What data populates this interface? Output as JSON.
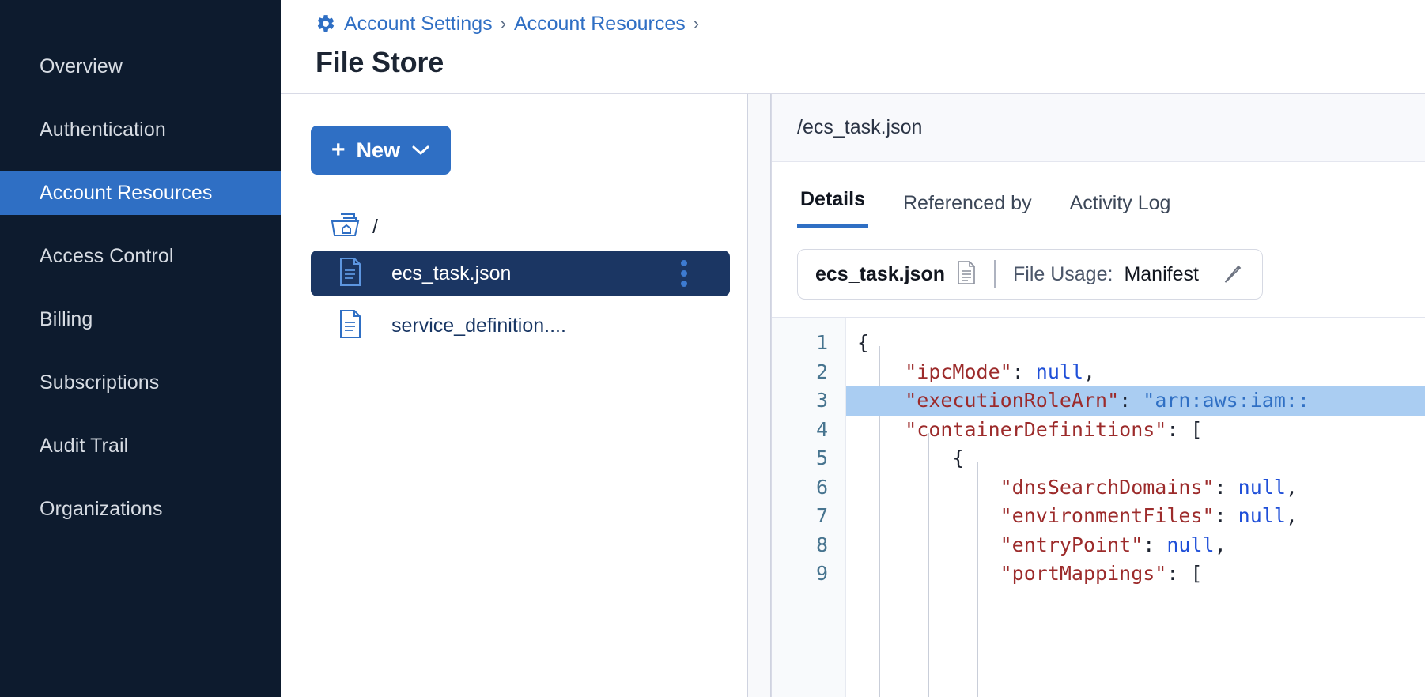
{
  "sidebar": {
    "items": [
      {
        "label": "Overview",
        "active": false
      },
      {
        "label": "Authentication",
        "active": false
      },
      {
        "label": "Account Resources",
        "active": true
      },
      {
        "label": "Access Control",
        "active": false
      },
      {
        "label": "Billing",
        "active": false
      },
      {
        "label": "Subscriptions",
        "active": false
      },
      {
        "label": "Audit Trail",
        "active": false
      },
      {
        "label": "Organizations",
        "active": false
      }
    ]
  },
  "header": {
    "breadcrumb": [
      {
        "label": "Account Settings"
      },
      {
        "label": "Account Resources"
      }
    ],
    "separator": "›",
    "title": "File Store",
    "gear_icon": "gear-icon"
  },
  "tree": {
    "new_button": {
      "label": "New",
      "plus": "+",
      "chevron": "chevron-down-icon"
    },
    "root": {
      "label": "/",
      "icon": "folder-home-icon"
    },
    "files": [
      {
        "name": "ecs_task.json",
        "selected": true,
        "icon": "file-icon",
        "menu": "kebab-menu-icon"
      },
      {
        "name": "service_definition....",
        "selected": false,
        "icon": "file-icon"
      }
    ]
  },
  "detail": {
    "path": "/ecs_task.json",
    "tabs": [
      {
        "label": "Details",
        "active": true
      },
      {
        "label": "Referenced by",
        "active": false
      },
      {
        "label": "Activity Log",
        "active": false
      }
    ],
    "info": {
      "file_name": "ecs_task.json",
      "file_icon": "document-icon",
      "usage_label": "File Usage:",
      "usage_value": "Manifest",
      "edit_icon": "pencil-icon"
    }
  },
  "editor": {
    "line_numbers": [
      "1",
      "2",
      "3",
      "4",
      "5",
      "6",
      "7",
      "8",
      "9"
    ],
    "lines": [
      {
        "n": 1,
        "indent": 0,
        "highlight": false,
        "tokens": [
          {
            "t": "pn",
            "v": "{"
          }
        ]
      },
      {
        "n": 2,
        "indent": 1,
        "highlight": false,
        "tokens": [
          {
            "t": "k",
            "v": "\"ipcMode\""
          },
          {
            "t": "pn",
            "v": ": "
          },
          {
            "t": "nl",
            "v": "null"
          },
          {
            "t": "pn",
            "v": ","
          }
        ]
      },
      {
        "n": 3,
        "indent": 1,
        "highlight": true,
        "tokens": [
          {
            "t": "k",
            "v": "\"executionRoleArn\""
          },
          {
            "t": "pn",
            "v": ": "
          },
          {
            "t": "st",
            "v": "\"arn:aws:iam::"
          }
        ]
      },
      {
        "n": 4,
        "indent": 1,
        "highlight": false,
        "tokens": [
          {
            "t": "k",
            "v": "\"containerDefinitions\""
          },
          {
            "t": "pn",
            "v": ": ["
          }
        ]
      },
      {
        "n": 5,
        "indent": 2,
        "highlight": false,
        "tokens": [
          {
            "t": "pn",
            "v": "{"
          }
        ]
      },
      {
        "n": 6,
        "indent": 3,
        "highlight": false,
        "tokens": [
          {
            "t": "k",
            "v": "\"dnsSearchDomains\""
          },
          {
            "t": "pn",
            "v": ": "
          },
          {
            "t": "nl",
            "v": "null"
          },
          {
            "t": "pn",
            "v": ","
          }
        ]
      },
      {
        "n": 7,
        "indent": 3,
        "highlight": false,
        "tokens": [
          {
            "t": "k",
            "v": "\"environmentFiles\""
          },
          {
            "t": "pn",
            "v": ": "
          },
          {
            "t": "nl",
            "v": "null"
          },
          {
            "t": "pn",
            "v": ","
          }
        ]
      },
      {
        "n": 8,
        "indent": 3,
        "highlight": false,
        "tokens": [
          {
            "t": "k",
            "v": "\"entryPoint\""
          },
          {
            "t": "pn",
            "v": ": "
          },
          {
            "t": "nl",
            "v": "null"
          },
          {
            "t": "pn",
            "v": ","
          }
        ]
      },
      {
        "n": 9,
        "indent": 3,
        "highlight": false,
        "tokens": [
          {
            "t": "k",
            "v": "\"portMappings\""
          },
          {
            "t": "pn",
            "v": ": ["
          }
        ]
      }
    ]
  },
  "colors": {
    "sidebar_bg": "#0d1b2e",
    "accent": "#2f6fc4",
    "selected_row": "#1b3663",
    "highlight_line": "#aacdf2",
    "key_token": "#9c2b2b",
    "null_token": "#1f4fd8",
    "string_token": "#2f6fc4",
    "linenumber": "#47748f"
  }
}
